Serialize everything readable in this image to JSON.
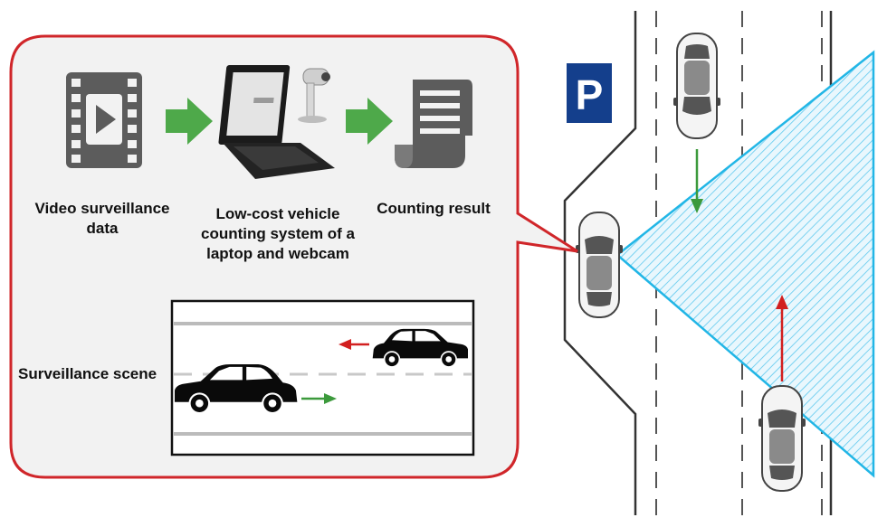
{
  "pipeline": {
    "step1_label_line1": "Video surveillance",
    "step1_label_line2": "data",
    "step2_label_line1": "Low-cost vehicle",
    "step2_label_line2": "counting system of a",
    "step2_label_line3": "laptop and webcam",
    "step3_label": "Counting result"
  },
  "scene": {
    "label": "Surveillance scene"
  },
  "parking": {
    "sign_letter": "P"
  },
  "colors": {
    "bubble_border": "#d0262a",
    "bubble_fill": "#f2f2f2",
    "flow_arrow": "#4ea94a",
    "camera_cone": "#22b6e6",
    "parking_sign": "#143f8c",
    "approaching_arrow": "#3c9a3c",
    "leaving_arrow": "#d21f1f"
  },
  "icons": [
    "film-icon",
    "laptop-icon",
    "webcam-icon",
    "document-scroll-icon",
    "car-icon",
    "parking-sign-icon"
  ]
}
